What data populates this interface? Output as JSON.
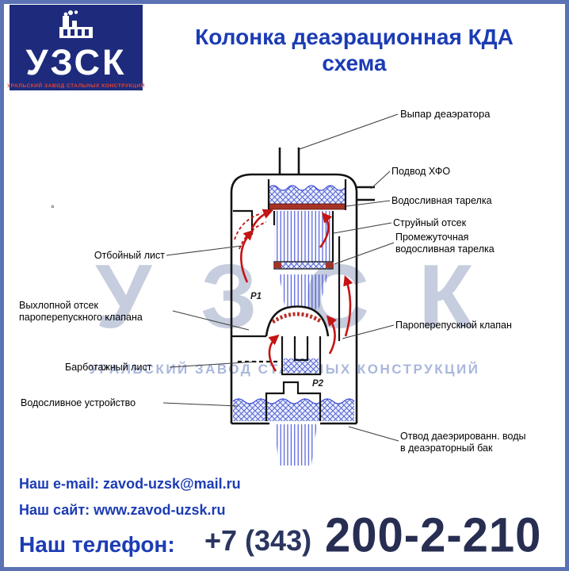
{
  "colors": {
    "brand_navy": "#1e2b7d",
    "accent_blue": "#1c3cb4",
    "logo_red": "#e8442e",
    "arrow_red": "#c41414",
    "water_blue": "#3c4cd8",
    "border_blue": "#5b72b4",
    "phone_navy": "#272e52"
  },
  "logo": {
    "name": "УЗСК",
    "subtitle": "УРАЛЬСКИЙ ЗАВОД СТАЛЬНЫХ КОНСТРУКЦИЙ"
  },
  "header": {
    "title_line1": "Колонка деаэрационная КДА",
    "title_line2": "схема"
  },
  "watermark": {
    "text": "УЗСК",
    "subtitle": "УРАЛЬСКИЙ ЗАВОД СТАЛЬНЫХ КОНСТРУКЦИЙ"
  },
  "diagram": {
    "labels": {
      "vypar_deaeratora": "Выпар деаэратора",
      "podvod_khfo": "Подвод ХФО",
      "vodoslivnaya_tarelka": "Водосливная тарелка",
      "struyny_otsek": "Струйный отсек",
      "promezhutochnaya_tarelka": "Промежуточная водосливная тарелка",
      "otboyny_list": "Отбойный лист",
      "vykhlopnoy_otsek": "Выхлопной отсек пароперепускного клапана",
      "paroperepusknoy_klapan": "Пароперепускной клапан",
      "barbotazhny_list": "Барботажный лист",
      "vodoslivnoe_ustroystvo": "Водосливное устройство",
      "otvod_vody": "Отвод даеэрированн. воды в деаэраторный бак"
    },
    "markers": {
      "p1": "Р1",
      "p2": "Р2"
    },
    "stray_mark": "°"
  },
  "contacts": {
    "email_label": "Наш e-mail:",
    "email": "zavod-uzsk@mail.ru",
    "site_label": "Наш сайт:",
    "site": "www.zavod-uzsk.ru",
    "phone_label": "Наш телефон:",
    "phone_area": "+7 (343)",
    "phone_number": "200-2-210"
  }
}
